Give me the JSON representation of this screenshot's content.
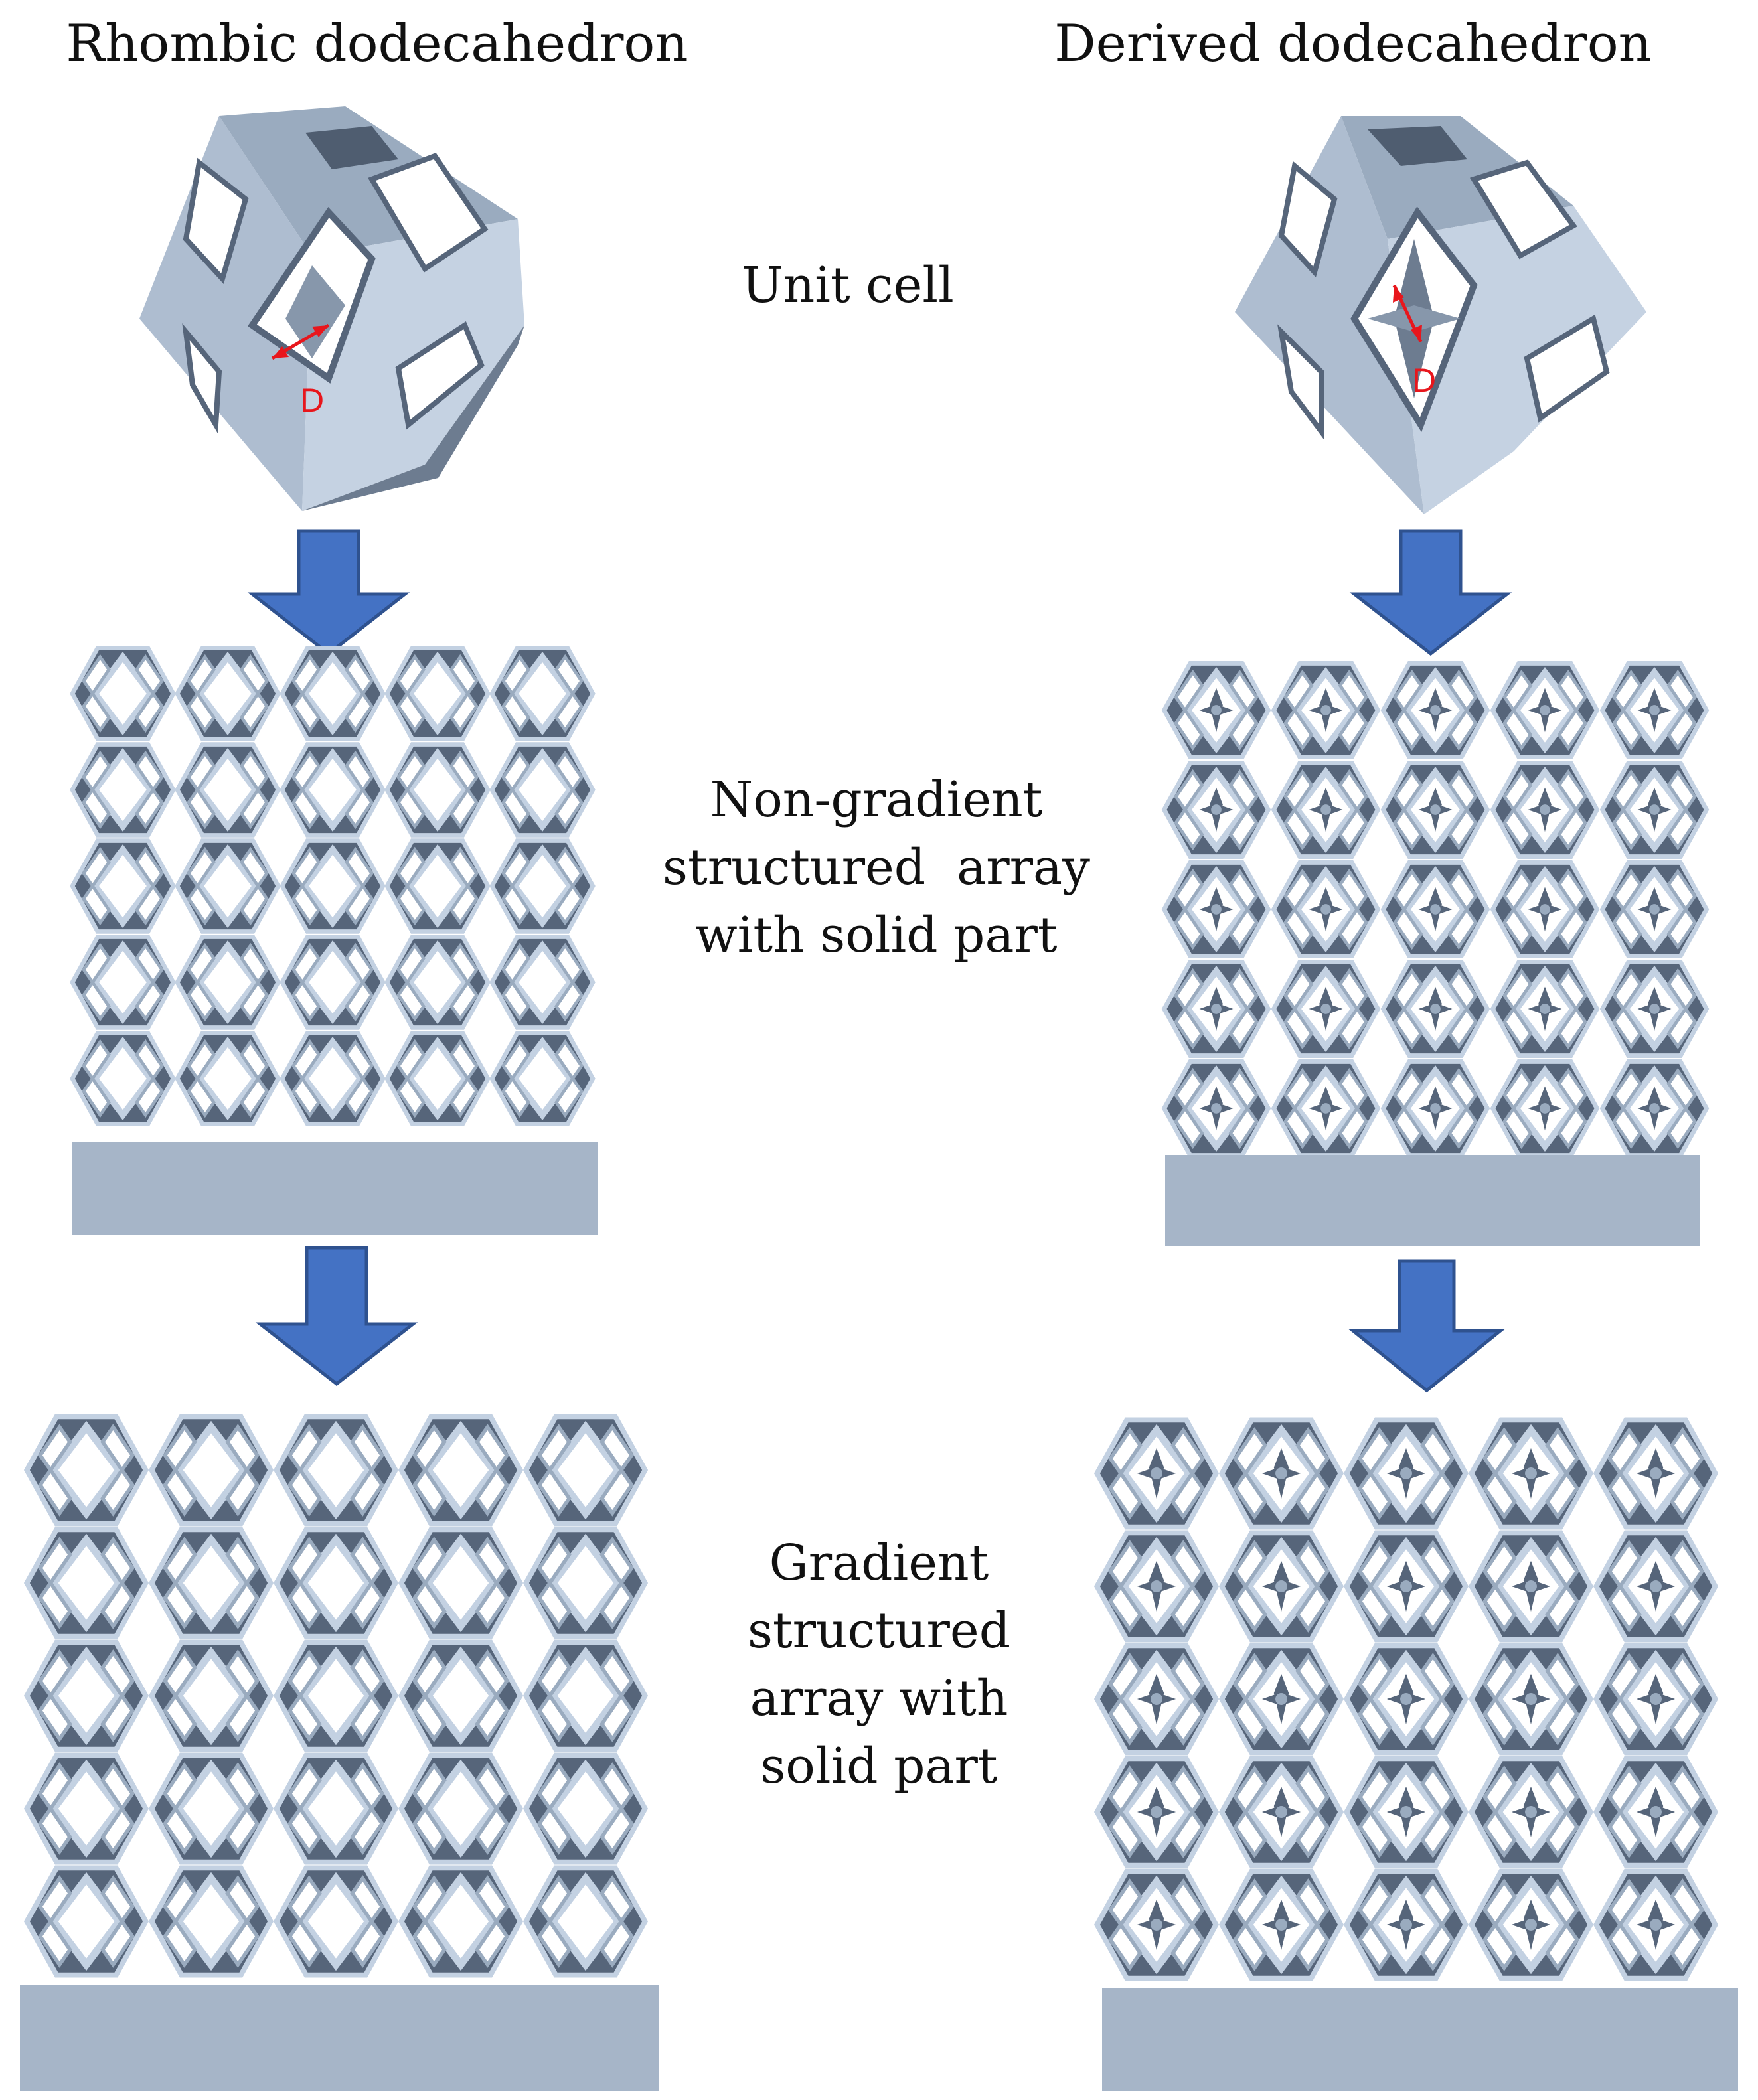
{
  "titles": {
    "left": "Rhombic dodecahedron",
    "right": "Derived dodecahedron"
  },
  "labels": {
    "unit_cell": "Unit cell",
    "non_gradient": [
      "Non-gradient",
      "structured  array",
      "with solid part"
    ],
    "gradient": [
      "Gradient",
      "structured",
      "array with",
      "solid part"
    ]
  },
  "dimension_label": "D",
  "colors": {
    "strut_light": "#c3d1e2",
    "strut_mid": "#9aabbf",
    "strut_dark": "#56657a",
    "base_plate": "#a6b5c8",
    "arrow_fill": "#4472c4",
    "arrow_stroke": "#2f528f",
    "dimension": "#e8161c",
    "text": "#111111"
  },
  "arrays": {
    "columns": 5,
    "rows": 5
  }
}
